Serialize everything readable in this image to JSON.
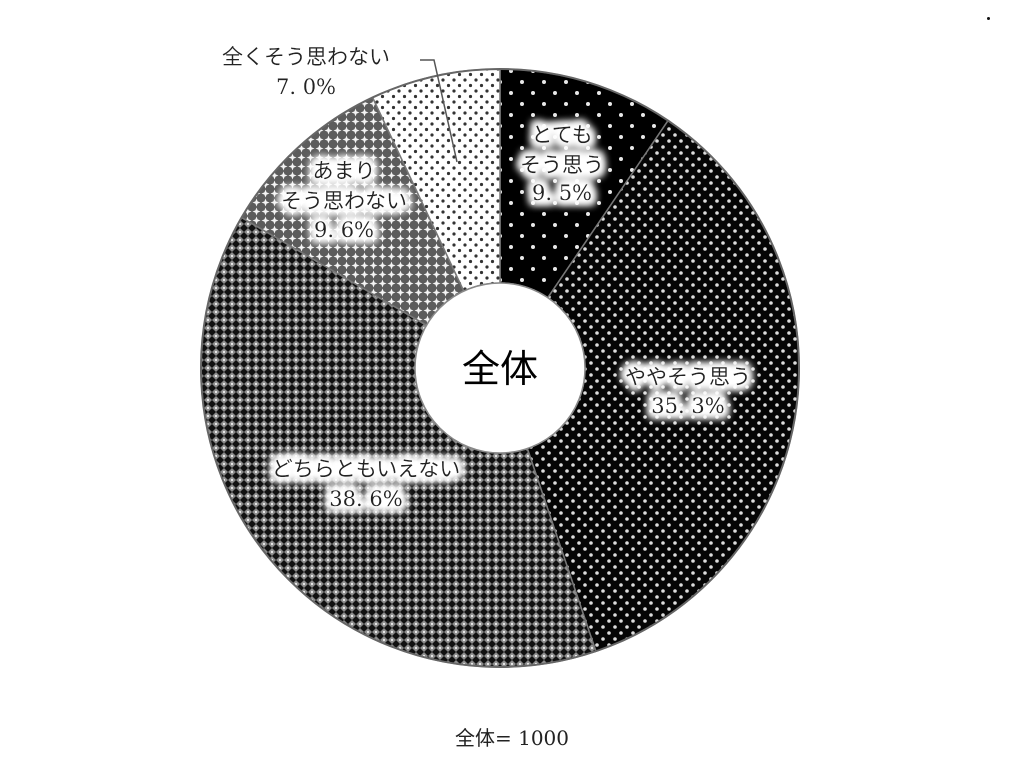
{
  "chart_data": {
    "type": "pie",
    "variant": "donut",
    "title": "",
    "center_label": "全体",
    "footer": "全体=  1000",
    "total_n": 1000,
    "start_angle": "12 o'clock, clockwise",
    "categories": [
      "とてもそう思う",
      "ややそう思う",
      "どちらともいえない",
      "あまりそう思わない",
      "全くそう思わない"
    ],
    "values": [
      9.5,
      35.3,
      38.6,
      9.6,
      7.0
    ],
    "unit": "%",
    "slices": [
      {
        "label": "とてもそう思う",
        "label_lines": [
          "とても",
          "そう思う"
        ],
        "value": 9.5,
        "value_text": "9.5%",
        "fill": "sparse white dots on black"
      },
      {
        "label": "ややそう思う",
        "label_lines": [
          "ややそう思う"
        ],
        "value": 35.3,
        "value_text": "35.3%",
        "fill": "dense white dots on black"
      },
      {
        "label": "どちらともいえない",
        "label_lines": [
          "どちらともいえない"
        ],
        "value": 38.6,
        "value_text": "38.6%",
        "fill": "dark grey crosshatch"
      },
      {
        "label": "あまりそう思わない",
        "label_lines": [
          "あまり",
          "そう思わない"
        ],
        "value": 9.6,
        "value_text": "9.6%",
        "fill": "light grey crosshatch"
      },
      {
        "label": "全くそう思わない",
        "label_lines": [
          "全くそう思わない"
        ],
        "value": 7.0,
        "value_text": "7.0%",
        "fill": "dark dots on white",
        "leader_line": true
      }
    ],
    "legend": "none (labels placed on slices)"
  },
  "labels": {
    "s1_line1": "とても",
    "s1_line2": "そう思う",
    "s1_value": "9. 5%",
    "s2_line1": "ややそう思う",
    "s2_value": "35. 3%",
    "s3_line1": "どちらともいえない",
    "s3_value": "38. 6%",
    "s4_line1": "あまり",
    "s4_line2": "そう思わない",
    "s4_value": "9. 6%",
    "s5_line1": "全くそう思わない",
    "s5_value": "7. 0%",
    "center": "全体",
    "footer": "全体=  1000"
  }
}
